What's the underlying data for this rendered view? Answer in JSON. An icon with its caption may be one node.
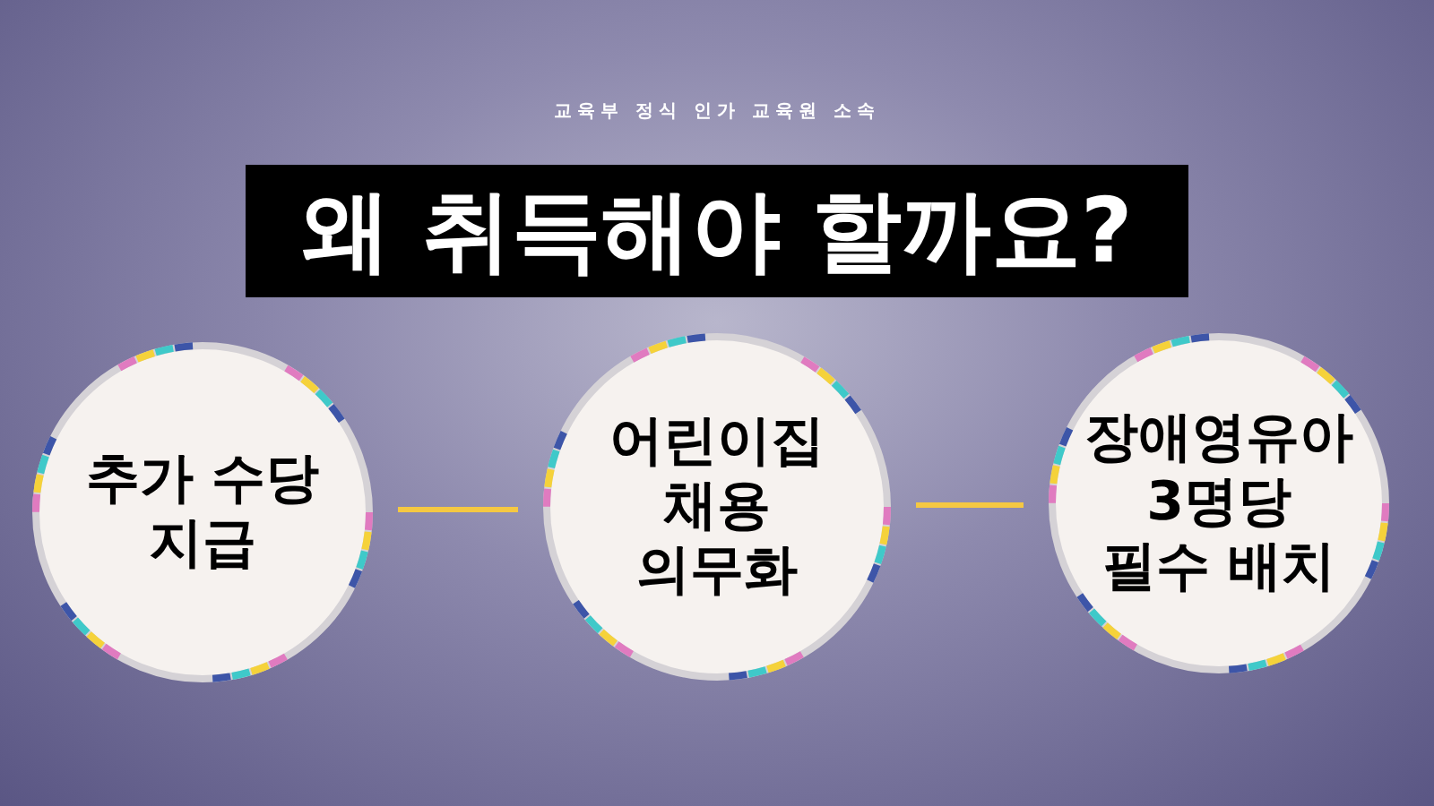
{
  "diagram": {
    "title": "왜 취득해야 할까요?",
    "nodes": [
      {
        "text": [
          "추가 수당 지급"
        ]
      },
      {
        "text": [
          "어린이집 채용 의무화"
        ]
      },
      {
        "text": [
          "장애영유아 3명당 필수 배치"
        ]
      }
    ],
    "edges": [
      {
        "from": 0,
        "to": 1,
        "arrow": "none",
        "color": "#f5c842"
      },
      {
        "from": 1,
        "to": 2,
        "arrow": "none",
        "color": "#f5c842"
      }
    ],
    "labels": [
      "교육부 정식 인가 교육원 소속"
    ]
  }
}
